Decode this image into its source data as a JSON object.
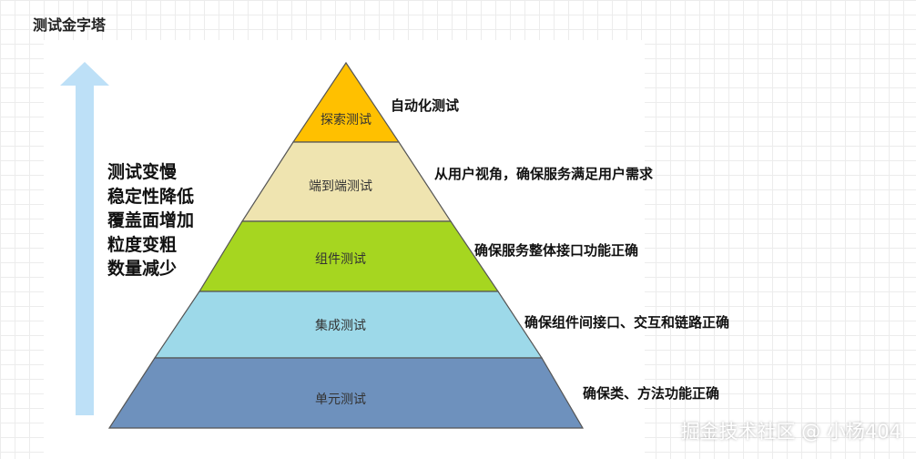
{
  "title": "测试金字塔",
  "layers": [
    {
      "label": "探索测试",
      "description": "自动化测试",
      "color": "#FFC000"
    },
    {
      "label": "端到端测试",
      "description": "从用户视角，确保服务满足用户需求",
      "color": "#EFE4B0"
    },
    {
      "label": "组件测试",
      "description": "确保服务整体接口功能正确",
      "color": "#A6D620"
    },
    {
      "label": "集成测试",
      "description": "确保组件间接口、交互和链路正确",
      "color": "#9DD9E9"
    },
    {
      "label": "单元测试",
      "description": "确保类、方法功能正确",
      "color": "#6E91BD"
    }
  ],
  "trend": [
    "测试变慢",
    "稳定性降低",
    "覆盖面增加",
    "粒度变粗",
    "数量减少"
  ],
  "arrow_color": "#BDE0F7",
  "watermark": "掘金技术社区 @ 小杨404"
}
